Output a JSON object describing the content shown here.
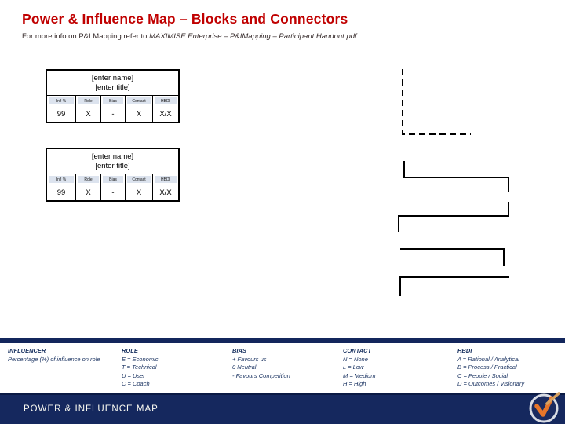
{
  "slide": {
    "title": "Power & Influence Map – Blocks and Connectors",
    "subtitle_prefix": "For more info on P&I Mapping refer to ",
    "subtitle_doc": "MAXIMISE Enterprise – P&IMapping – Participant Handout.pdf"
  },
  "cards": [
    {
      "name_placeholder": "[enter name]",
      "title_placeholder": "[enter title]",
      "columns": [
        "Infl %",
        "Role",
        "Bias",
        "Contact",
        "HBDI"
      ],
      "values": [
        "99",
        "X",
        "-",
        "X",
        "X/X"
      ]
    },
    {
      "name_placeholder": "[enter name]",
      "title_placeholder": "[enter title]",
      "columns": [
        "Infl %",
        "Role",
        "Bias",
        "Contact",
        "HBDI"
      ],
      "values": [
        "99",
        "X",
        "-",
        "X",
        "X/X"
      ]
    }
  ],
  "legend": {
    "sections": [
      {
        "title": "INFLUENCER",
        "lines": [
          "Percentage (%) of influence on role"
        ]
      },
      {
        "title": "ROLE",
        "lines": [
          "E = Economic",
          "T = Technical",
          "U = User",
          "C = Coach"
        ]
      },
      {
        "title": "BIAS",
        "lines": [
          "+ Favours us",
          "0 Neutral",
          "- Favours Competition"
        ]
      },
      {
        "title": "CONTACT",
        "lines": [
          "N = None",
          "L = Low",
          "M = Medium",
          "H = High"
        ]
      },
      {
        "title": "HBDI",
        "lines": [
          "A = Rational / Analytical",
          "B = Process / Practical",
          "C = People / Social",
          "D = Outcomes / Visionary"
        ]
      }
    ]
  },
  "footer": {
    "label": "POWER & INFLUENCE MAP",
    "logo": "checkmark-emblem"
  },
  "colors": {
    "title_red": "#c00000",
    "navy": "#13265c",
    "table_header_bg": "#dce3ee",
    "legend_text": "#17305f",
    "logo_orange": "#e8762a",
    "logo_tan": "#d8a15f"
  }
}
